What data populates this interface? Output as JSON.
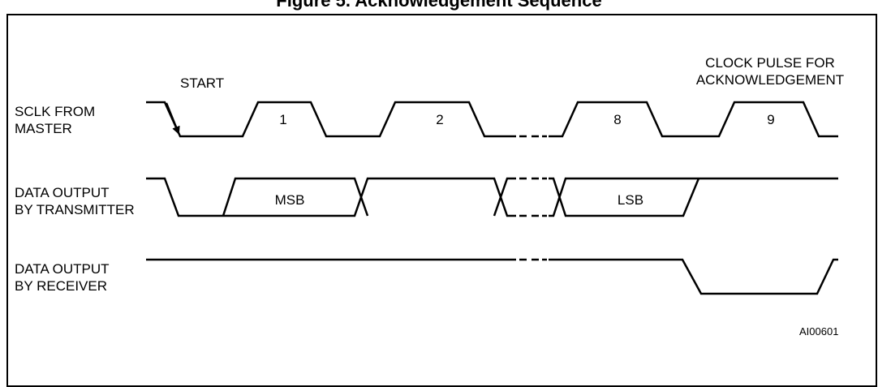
{
  "title": "Figure 5. Acknowledgement Sequence",
  "start_label": "START",
  "ack_label": [
    "CLOCK PULSE FOR",
    "ACKNOWLEDGEMENT"
  ],
  "signals": [
    {
      "label": [
        "SCLK FROM",
        "MASTER"
      ]
    },
    {
      "label": [
        "DATA OUTPUT",
        "BY TRANSMITTER"
      ]
    },
    {
      "label": [
        "DATA OUTPUT",
        "BY RECEIVER"
      ]
    }
  ],
  "clock_pulses": [
    "1",
    "2",
    "8",
    "9"
  ],
  "data_bits": {
    "msb": "MSB",
    "lsb": "LSB"
  },
  "figure_code": "AI00601"
}
